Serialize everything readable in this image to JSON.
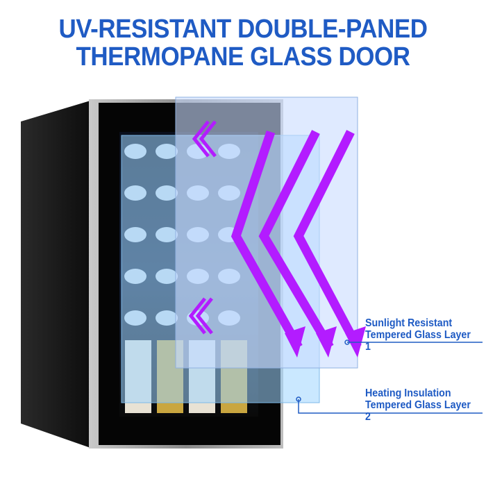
{
  "headline": {
    "line1": "UV-RESISTANT DOUBLE-PANED",
    "line2": "THERMOPANE GLASS DOOR"
  },
  "callouts": [
    {
      "line1": "Sunlight Resistant",
      "line2": "Tempered Glass Layer 1"
    },
    {
      "line1": "Heating Insulation",
      "line2": "Tempered Glass Layer 2"
    }
  ],
  "colors": {
    "title": "#1f5bc4",
    "arrow": "#b31cff",
    "glass": "#9fd6ff"
  }
}
